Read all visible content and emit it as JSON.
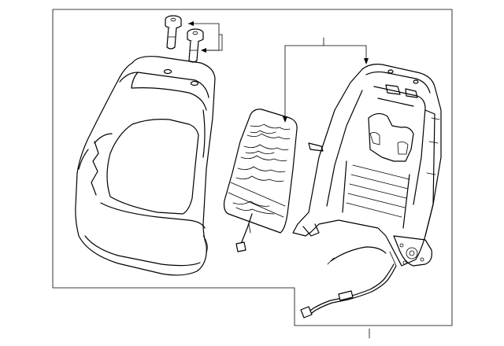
{
  "diagram": {
    "parts": [
      {
        "id": "headrest-guides",
        "icon": "headrest-guide-icon"
      },
      {
        "id": "seatback-cover",
        "icon": "seatback-cover-icon"
      },
      {
        "id": "lumbar-support",
        "icon": "lumbar-support-icon"
      },
      {
        "id": "seatback-frame",
        "icon": "seatback-frame-icon"
      },
      {
        "id": "frame-harness",
        "icon": "wire-harness-icon"
      }
    ],
    "colors": {
      "line": "#000000",
      "background": "#ffffff"
    }
  }
}
